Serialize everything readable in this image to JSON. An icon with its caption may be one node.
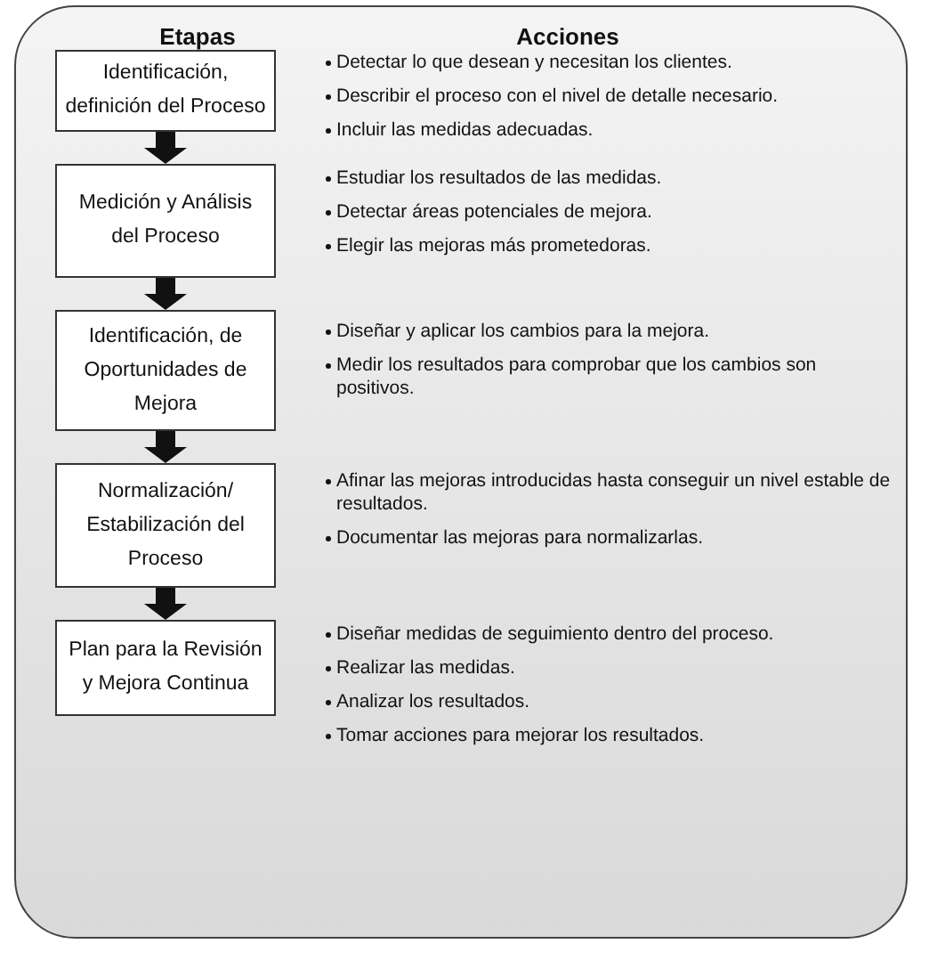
{
  "diagram": {
    "nodes": [
      {
        "text": [
          "Etapas",
          "Acciones"
        ]
      },
      {
        "text": [
          "Identificación, definición del Proceso"
        ],
        "in": 0,
        "beside": [
          "Detectar lo que desean y necesitan los clientes.",
          "Describir el proceso con el nivel de detalle necesario.",
          "Incluir las medidas adecuadas."
        ]
      },
      {
        "text": [
          "Medición y Análisis del Proceso"
        ],
        "in": 0,
        "beside": [
          "Estudiar los resultados de las medidas.",
          "Detectar áreas potenciales de mejora.",
          "Elegir las mejoras más prometedoras."
        ]
      },
      {
        "text": [
          "Identificación, de Oportunidades de Mejora"
        ],
        "in": 0,
        "beside": [
          "Diseñar y aplicar los cambios para la mejora.",
          "Medir los resultados para comprobar que los cambios son positivos."
        ]
      },
      {
        "text": [
          "Normalización/ Estabilización del Proceso"
        ],
        "in": 0,
        "beside": [
          "Afinar las mejoras introducidas hasta conseguir un nivel estable de resultados.",
          "Documentar las mejoras para normalizarlas."
        ]
      },
      {
        "text": [
          "Plan para la Revisión y Mejora Continua"
        ],
        "in": 0,
        "beside": [
          "Diseñar medidas de seguimiento dentro del proceso.",
          "Realizar las medidas.",
          "Analizar los resultados.",
          "Tomar acciones para mejorar los resultados."
        ]
      }
    ],
    "edges": [
      {
        "from": 1,
        "to": 2,
        "arrow": "to"
      },
      {
        "from": 2,
        "to": 3,
        "arrow": "to"
      },
      {
        "from": 3,
        "to": 4,
        "arrow": "to"
      },
      {
        "from": 4,
        "to": 5,
        "arrow": "to"
      }
    ]
  }
}
